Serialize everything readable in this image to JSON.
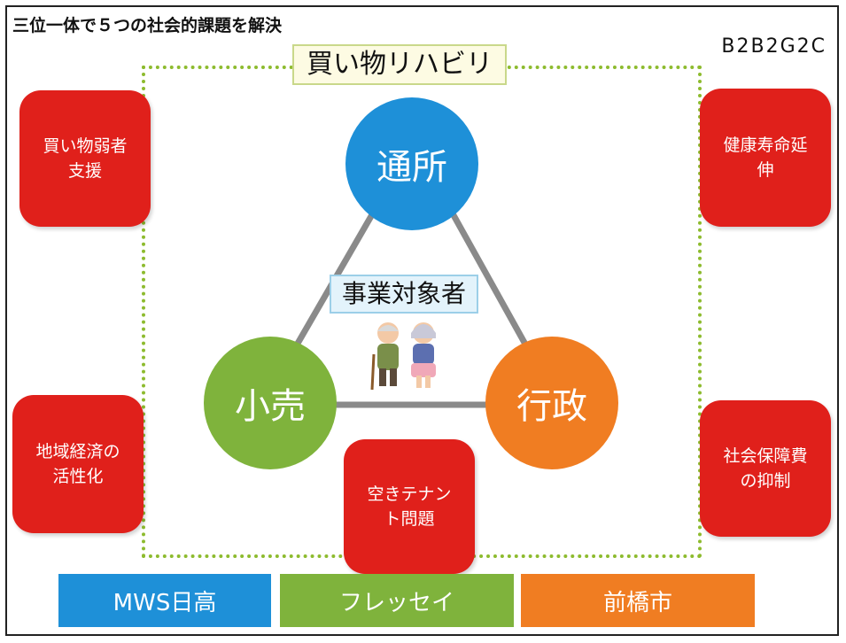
{
  "title": "三位一体で５つの社会的課題を解決",
  "model": "B2B2G2C",
  "rehab_label": "買い物リハビリ",
  "target_label": "事業対象者",
  "circles": {
    "top": "通所",
    "left": "小売",
    "right": "行政"
  },
  "issues": {
    "top_left": "買い物弱者\n支援",
    "top_right": "健康寿命延\n伸",
    "bottom_left": "地域経済の\n活性化",
    "bottom_right": "社会保障費\nの抑制",
    "bottom_center": "空きテナン\nト問題"
  },
  "partners": [
    "MWS日高",
    "フレッセイ",
    "前橋市"
  ],
  "colors": {
    "blue": "#1e90d8",
    "green": "#7fb33c",
    "orange": "#f07d22",
    "red": "#e0201b",
    "dotted_border": "#8dbb2e"
  },
  "icons": [
    "elderly-couple-icon"
  ]
}
